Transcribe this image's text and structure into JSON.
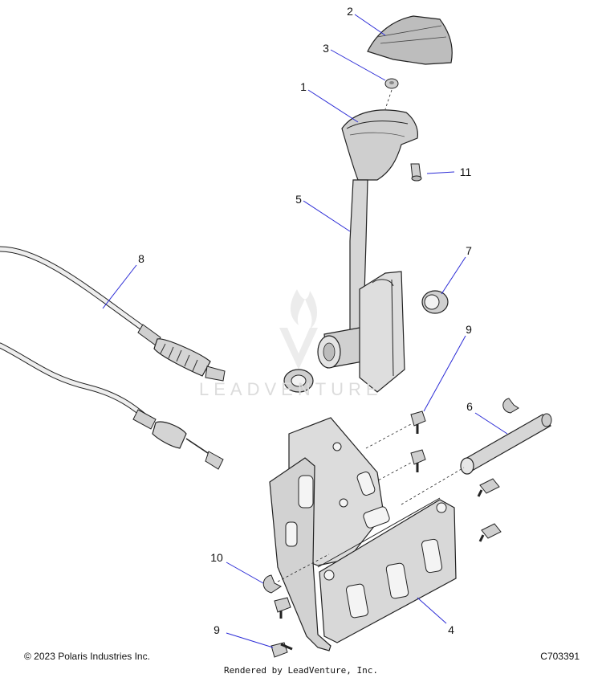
{
  "footer": {
    "copyright": "© 2023 Polaris Industries Inc.",
    "diagram_code": "C703391",
    "rendered_by": "Rendered by LeadVenture, Inc."
  },
  "watermark": "LEADVENTURE",
  "callouts": [
    {
      "id": "c2",
      "label": "2"
    },
    {
      "id": "c3",
      "label": "3"
    },
    {
      "id": "c1",
      "label": "1"
    },
    {
      "id": "c11",
      "label": "11"
    },
    {
      "id": "c5",
      "label": "5"
    },
    {
      "id": "c8",
      "label": "8"
    },
    {
      "id": "c7",
      "label": "7"
    },
    {
      "id": "c9a",
      "label": "9"
    },
    {
      "id": "c6",
      "label": "6"
    },
    {
      "id": "c10",
      "label": "10"
    },
    {
      "id": "c4",
      "label": "4"
    },
    {
      "id": "c9b",
      "label": "9"
    }
  ],
  "colors": {
    "leader": "#2b2bd6",
    "part_fill": "#d8d8d8",
    "part_stroke": "#222222"
  }
}
